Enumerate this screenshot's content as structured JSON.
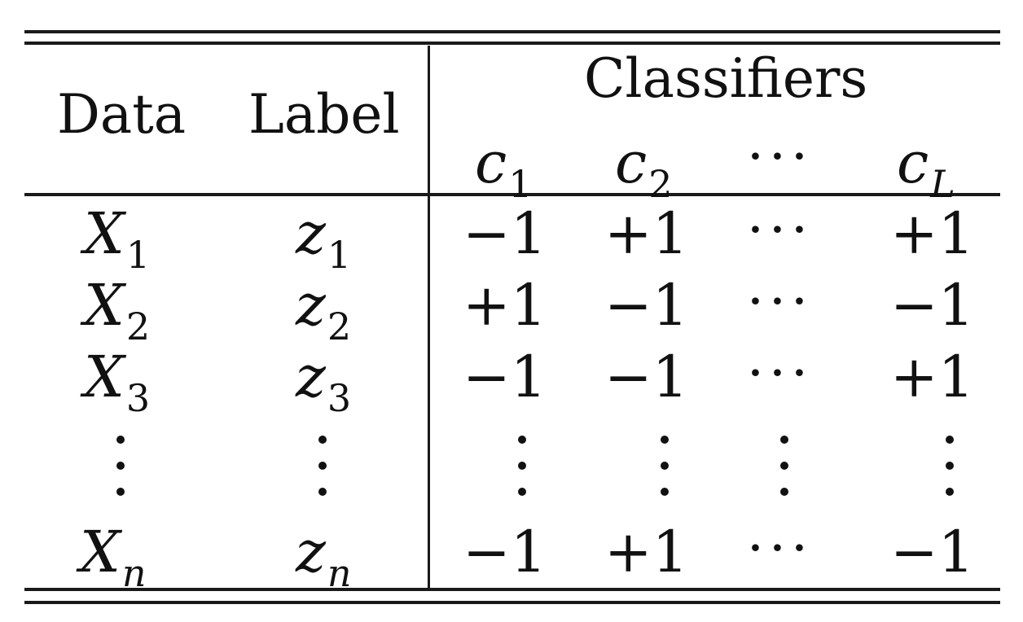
{
  "header": {
    "data": "Data",
    "label": "Label",
    "classifiers": "Classifiers",
    "cols": [
      {
        "var": "c",
        "sub": "1",
        "sub_italic": false
      },
      {
        "var": "c",
        "sub": "2",
        "sub_italic": false
      },
      {
        "ellipsis": "···"
      },
      {
        "var": "c",
        "sub": "L",
        "sub_italic": true
      }
    ]
  },
  "rows": [
    {
      "data_var": "X",
      "data_sub": "1",
      "label_var": "z",
      "label_sub": "1",
      "vals": [
        "−1",
        "+1",
        "···",
        "+1"
      ]
    },
    {
      "data_var": "X",
      "data_sub": "2",
      "label_var": "z",
      "label_sub": "2",
      "vals": [
        "+1",
        "−1",
        "···",
        "−1"
      ]
    },
    {
      "data_var": "X",
      "data_sub": "3",
      "label_var": "z",
      "label_sub": "3",
      "vals": [
        "−1",
        "−1",
        "···",
        "+1"
      ]
    },
    {
      "data_var": "X",
      "data_sub": "n",
      "label_var": "z",
      "label_sub": "n",
      "vals": [
        "−1",
        "+1",
        "···",
        "−1"
      ]
    }
  ]
}
